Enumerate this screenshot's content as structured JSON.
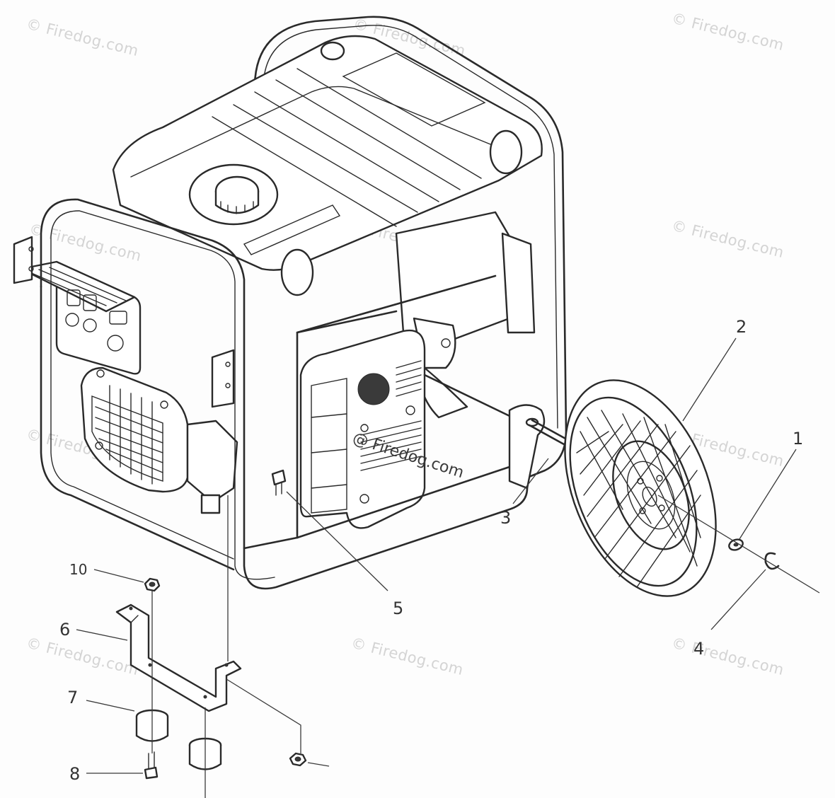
{
  "watermark": {
    "text": "© Firedog.com",
    "center_text": "@ Firedog.com"
  },
  "callouts": [
    {
      "id": "1",
      "label": "1"
    },
    {
      "id": "2",
      "label": "2"
    },
    {
      "id": "3",
      "label": "3"
    },
    {
      "id": "4",
      "label": "4"
    },
    {
      "id": "5",
      "label": "5"
    },
    {
      "id": "6",
      "label": "6"
    },
    {
      "id": "7",
      "label": "7"
    },
    {
      "id": "8",
      "label": "8"
    },
    {
      "id": "10",
      "label": "10"
    }
  ],
  "colors": {
    "line": "#2a2a2a",
    "background": "#fdfdfd",
    "watermark": "#d4d4d4"
  }
}
